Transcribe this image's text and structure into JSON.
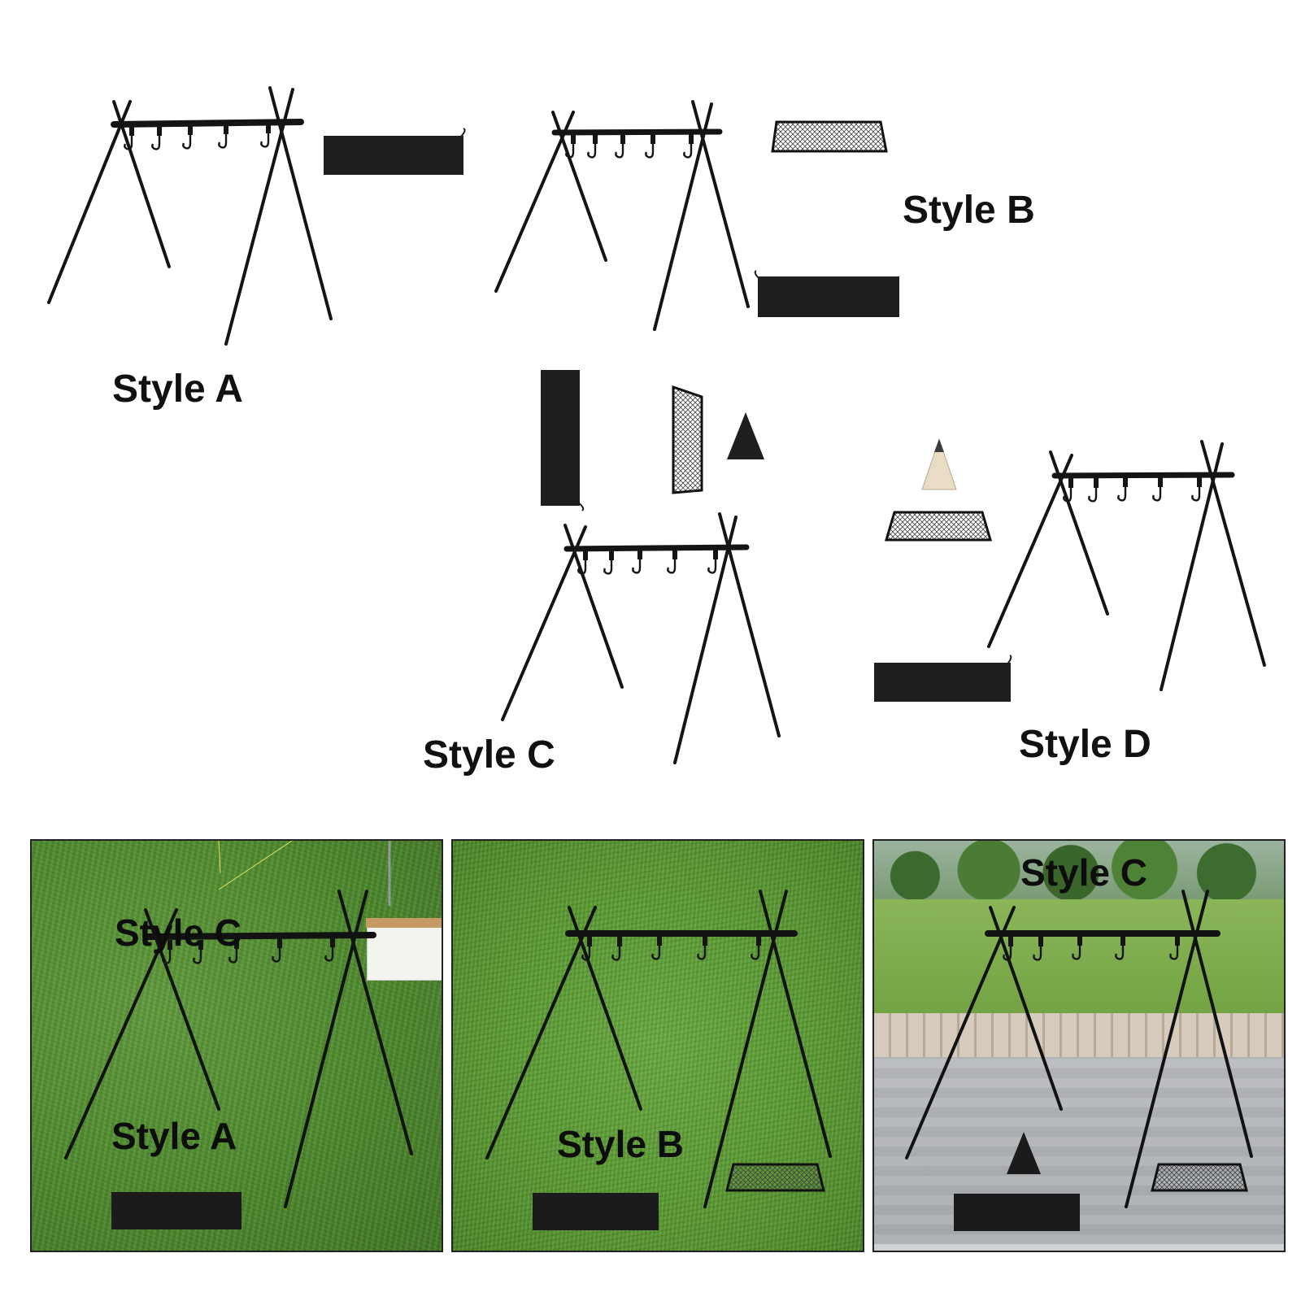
{
  "labels": {
    "style_a": "Style A",
    "style_b": "Style B",
    "style_c": "Style C",
    "style_d": "Style D"
  },
  "photos": {
    "photo1": {
      "label_top": "Style C",
      "label_bottom": "Style A"
    },
    "photo2": {
      "label": "Style B"
    },
    "photo3": {
      "label": "Style C"
    }
  },
  "colors": {
    "frame": "#141414",
    "bag": "#1e1e1e",
    "text": "#111111"
  }
}
